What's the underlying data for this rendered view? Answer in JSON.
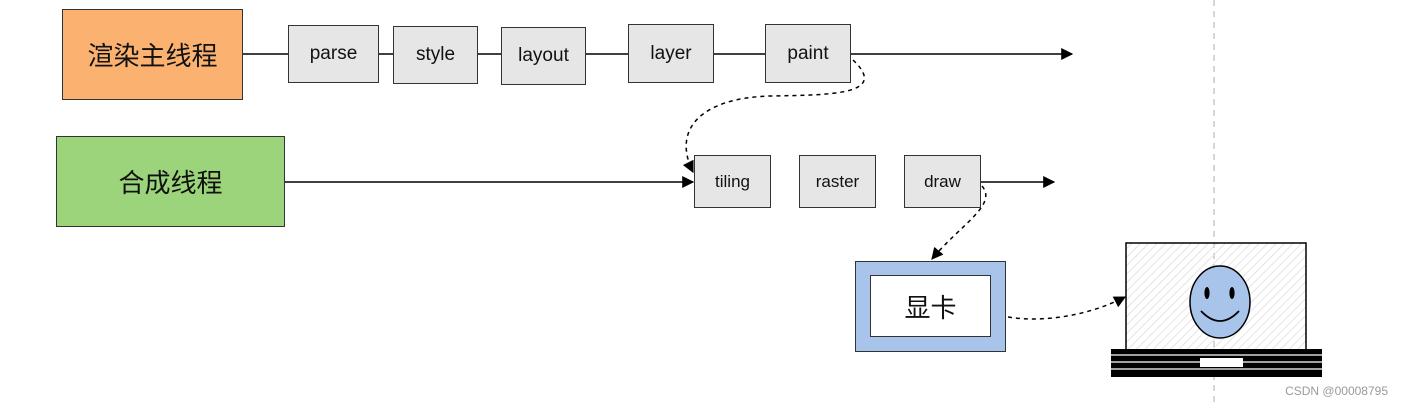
{
  "main_thread": {
    "label": "渲染主线程",
    "color": "#FBB270",
    "stages": [
      "parse",
      "style",
      "layout",
      "layer",
      "paint"
    ]
  },
  "compositor_thread": {
    "label": "合成线程",
    "color": "#9BD47A",
    "stages": [
      "tiling",
      "raster",
      "draw"
    ]
  },
  "gpu": {
    "label": "显卡",
    "color": "#A9C4EB"
  },
  "monitor": {
    "icon": "smiley-face-icon",
    "face_color": "#A9C4EB"
  },
  "stage_box_color": "#E6E6E6",
  "watermark": "CSDN @00008795"
}
